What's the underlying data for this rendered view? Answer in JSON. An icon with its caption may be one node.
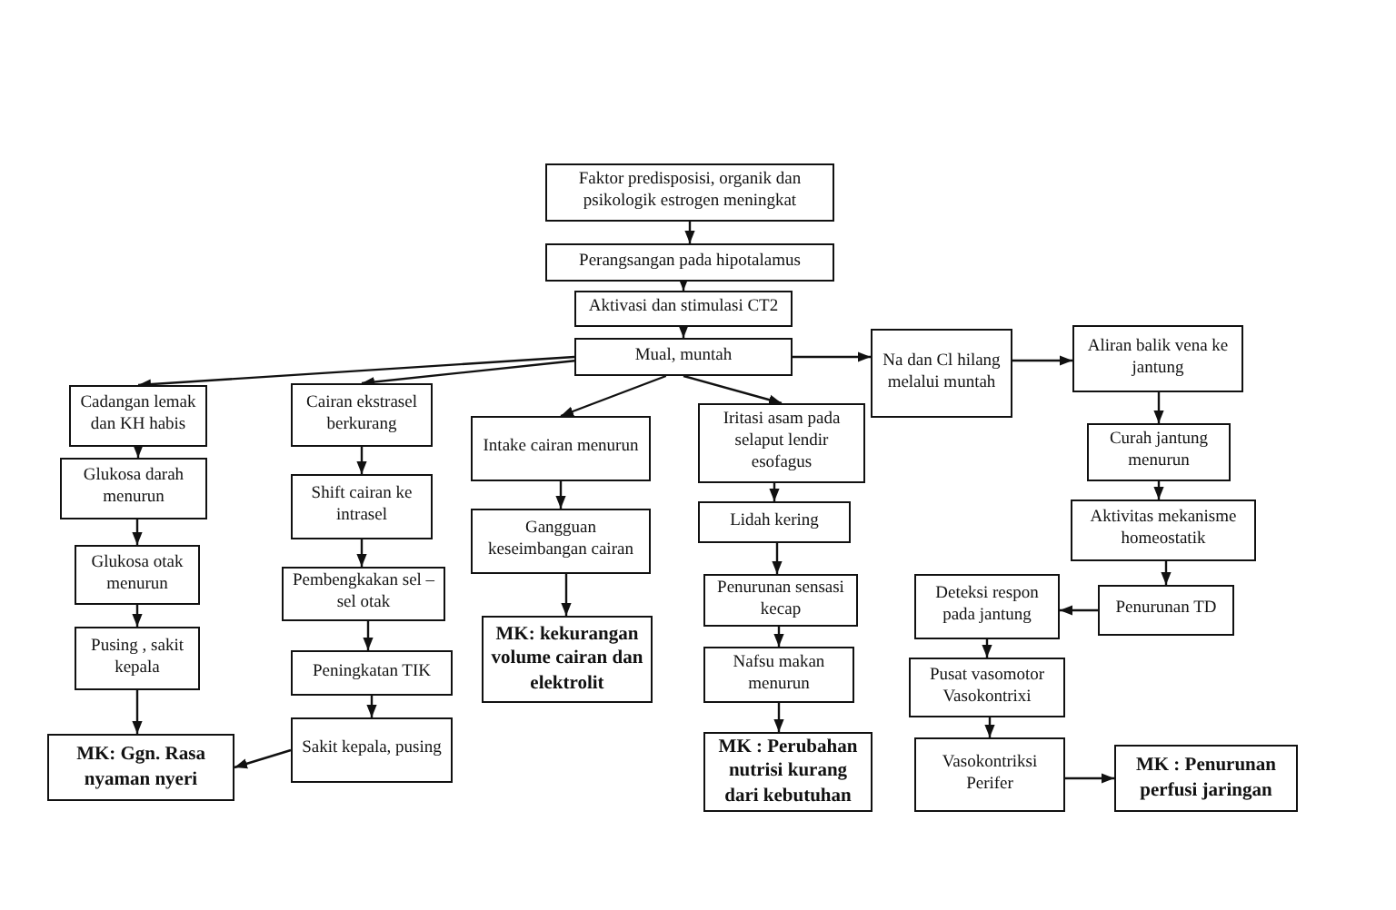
{
  "diagram": {
    "nodes": [
      {
        "text": [
          "Faktor predisposisi, organik dan psikologik estrogen meningkat"
        ]
      },
      {
        "text": [
          "Perangsangan pada hipotalamus"
        ]
      },
      {
        "text": [
          "Aktivasi dan stimulasi CT2"
        ]
      },
      {
        "text": [
          "Mual, muntah"
        ]
      },
      {
        "text": [
          "Na dan Cl hilang melalui muntah"
        ]
      },
      {
        "text": [
          "Aliran balik vena ke jantung"
        ]
      },
      {
        "text": [
          "Cadangan lemak dan KH habis"
        ]
      },
      {
        "text": [
          "Cairan ekstrasel berkurang"
        ]
      },
      {
        "text": [
          "Intake cairan menurun"
        ]
      },
      {
        "text": [
          "Iritasi asam pada selaput lendir esofagus"
        ]
      },
      {
        "text": [
          "Glukosa darah menurun"
        ]
      },
      {
        "text": [
          "Shift cairan ke intrasel"
        ]
      },
      {
        "text": [
          "Gangguan keseimbangan cairan"
        ]
      },
      {
        "text": [
          "MK: kekurangan volume cairan dan elektrolit"
        ]
      },
      {
        "text": [
          "Lidah kering"
        ]
      },
      {
        "text": [
          "Curah jantung menurun"
        ]
      },
      {
        "text": [
          "Aktivitas mekanisme homeostatik"
        ]
      },
      {
        "text": [
          "Glukosa otak menurun"
        ]
      },
      {
        "text": [
          "Pembengkakan sel – sel otak"
        ]
      },
      {
        "text": [
          "Pusing , sakit kepala"
        ]
      },
      {
        "text": [
          "Peningkatan TIK"
        ]
      },
      {
        "text": [
          "MK: Ggn. Rasa nyaman nyeri"
        ]
      },
      {
        "text": [
          "Sakit kepala, pusing"
        ]
      },
      {
        "text": [
          "Penurunan sensasi kecap"
        ]
      },
      {
        "text": [
          "Deteksi respon pada jantung"
        ]
      },
      {
        "text": [
          "Penurunan TD"
        ]
      },
      {
        "text": [
          "Nafsu makan menurun"
        ]
      },
      {
        "text": [
          "Pusat vasomotor Vasokontrixi"
        ]
      },
      {
        "text": [
          "MK : Perubahan nutrisi kurang dari kebutuhan"
        ]
      },
      {
        "text": [
          "Vasokontriksi Perifer"
        ]
      },
      {
        "text": [
          "MK : Penurunan perfusi jaringan"
        ]
      }
    ],
    "edges": [
      {
        "from": 0,
        "to": 1,
        "arrow": "to"
      },
      {
        "from": 1,
        "to": 2,
        "arrow": "to"
      },
      {
        "from": 2,
        "to": 3,
        "arrow": "to"
      },
      {
        "from": 3,
        "to": 6,
        "arrow": "to"
      },
      {
        "from": 3,
        "to": 7,
        "arrow": "to"
      },
      {
        "from": 3,
        "to": 8,
        "arrow": "to"
      },
      {
        "from": 3,
        "to": 9,
        "arrow": "to"
      },
      {
        "from": 3,
        "to": 4,
        "arrow": "to"
      },
      {
        "from": 4,
        "to": 5,
        "arrow": "to"
      },
      {
        "from": 5,
        "to": 15,
        "arrow": "to"
      },
      {
        "from": 15,
        "to": 16,
        "arrow": "to"
      },
      {
        "from": 16,
        "to": 25,
        "arrow": "to"
      },
      {
        "from": 25,
        "to": 24,
        "arrow": "to"
      },
      {
        "from": 24,
        "to": 27,
        "arrow": "to"
      },
      {
        "from": 27,
        "to": 29,
        "arrow": "to"
      },
      {
        "from": 29,
        "to": 30,
        "arrow": "to"
      },
      {
        "from": 6,
        "to": 10,
        "arrow": "to"
      },
      {
        "from": 10,
        "to": 17,
        "arrow": "to"
      },
      {
        "from": 17,
        "to": 19,
        "arrow": "to"
      },
      {
        "from": 19,
        "to": 21,
        "arrow": "to"
      },
      {
        "from": 7,
        "to": 11,
        "arrow": "to"
      },
      {
        "from": 11,
        "to": 18,
        "arrow": "to"
      },
      {
        "from": 18,
        "to": 20,
        "arrow": "to"
      },
      {
        "from": 20,
        "to": 22,
        "arrow": "to"
      },
      {
        "from": 22,
        "to": 21,
        "arrow": "to"
      },
      {
        "from": 8,
        "to": 12,
        "arrow": "to"
      },
      {
        "from": 12,
        "to": 13,
        "arrow": "to"
      },
      {
        "from": 9,
        "to": 14,
        "arrow": "to"
      },
      {
        "from": 14,
        "to": 23,
        "arrow": "to"
      },
      {
        "from": 23,
        "to": 26,
        "arrow": "to"
      },
      {
        "from": 26,
        "to": 28,
        "arrow": "to"
      }
    ]
  }
}
